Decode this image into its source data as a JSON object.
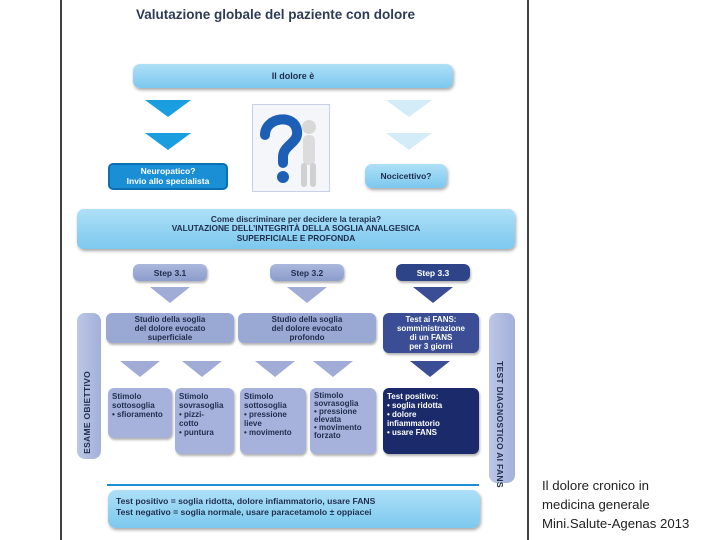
{
  "title": "Valutazione globale del paziente con dolore",
  "top_bar": "Il dolore è",
  "left_branch": [
    "Neuropatico?",
    "Invio allo specialista"
  ],
  "right_branch": "Nocicettivo?",
  "question": [
    "Come discriminare per decidere la terapia?",
    "VALUTAZIONE DELL’INTEGRITÀ DELLA SOGLIA ANALGESICA",
    "SUPERFICIALE E PROFONDA"
  ],
  "steps": [
    "Step 3.1",
    "Step 3.2",
    "Step 3.3"
  ],
  "studies": [
    [
      "Studio della soglia",
      "del dolore evocato",
      "superficiale"
    ],
    [
      "Studio della soglia",
      "del dolore evocato",
      "profondo"
    ],
    [
      "Test ai FANS:",
      "somministrazione",
      "di un FANS",
      "per 3 giorni"
    ]
  ],
  "left_side_label": "ESAME OBIETTIVO",
  "right_side_label": "TEST DIAGNOSTICO AI FANS",
  "stimuli": [
    [
      "Stimolo",
      "sottosoglia",
      "• sfioramento"
    ],
    [
      "Stimolo",
      "sovrasoglia",
      "• pizzi-",
      "  cotto",
      "• puntura"
    ],
    [
      "Stimolo",
      "sottosoglia",
      "• pressione",
      "  lieve",
      "• movimento"
    ],
    [
      "Stimolo",
      "sovrasoglia",
      "• pressione",
      "  elevata",
      "• movimento",
      "  forzato"
    ],
    [
      "Test positivo:",
      "• soglia ridotta",
      "• dolore",
      "  infiammatorio",
      "• usare FANS"
    ]
  ],
  "bottom": [
    "Test positivo = soglia ridotta, dolore infiammatorio, usare FANS",
    "Test negativo = soglia normale, usare paracetamolo ± oppiacei"
  ],
  "source": [
    "Il dolore cronico in",
    "medicina generale",
    "Mini.Salute-Agenas 2013"
  ],
  "colors": {
    "light_blue": "#7cc8ee",
    "accent_blue": "#1b8fd6",
    "step_blue": "#8c9ccc",
    "navy": "#1a2a6a"
  },
  "icon": "question-mark-figure-icon"
}
